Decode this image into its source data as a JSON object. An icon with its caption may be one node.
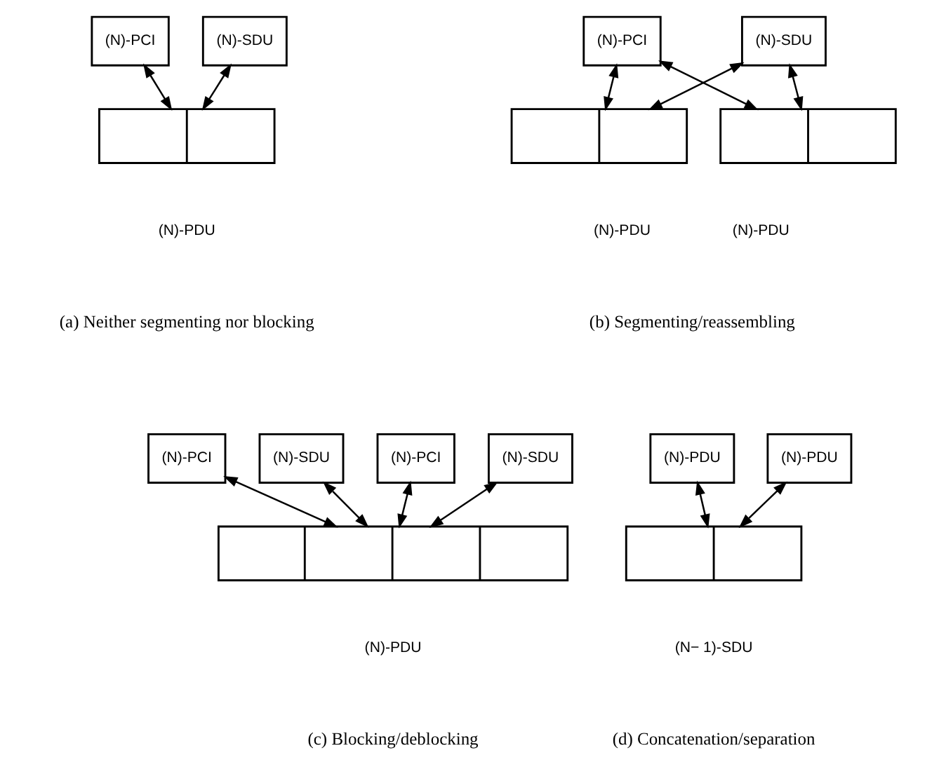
{
  "diagram": {
    "nodes": [
      {
        "text": [
          "(N)-PCI"
        ]
      },
      {
        "text": [
          "(N)-SDU"
        ]
      },
      {
        "text": [],
        "shape": "box",
        "beside": [
          "(N)-PDU"
        ]
      },
      {
        "text": [
          "(N)-PCI"
        ]
      },
      {
        "text": [
          "(N)-SDU"
        ]
      },
      {
        "text": [],
        "shape": "box",
        "beside": [
          "(N)-PDU"
        ]
      },
      {
        "text": [],
        "shape": "box",
        "beside": [
          "(N)-PDU"
        ]
      },
      {
        "text": [
          "(N)-PCI"
        ]
      },
      {
        "text": [
          "(N)-SDU"
        ]
      },
      {
        "text": [
          "(N)-PCI"
        ]
      },
      {
        "text": [
          "(N)-SDU"
        ]
      },
      {
        "text": [],
        "shape": "box",
        "beside": [
          "(N)-PDU"
        ]
      },
      {
        "text": [
          "(N)-PDU"
        ]
      },
      {
        "text": [
          "(N)-PDU"
        ]
      },
      {
        "text": [],
        "shape": "box",
        "beside": [
          "(N− 1)-SDU"
        ]
      }
    ],
    "edges": [
      {
        "from": 0,
        "to": 2,
        "arrow": "both"
      },
      {
        "from": 1,
        "to": 2,
        "arrow": "both"
      },
      {
        "from": 3,
        "to": 5,
        "arrow": "both"
      },
      {
        "from": 3,
        "to": 6,
        "arrow": "both"
      },
      {
        "from": 4,
        "to": 5,
        "arrow": "both"
      },
      {
        "from": 4,
        "to": 6,
        "arrow": "both"
      },
      {
        "from": 7,
        "to": 11,
        "arrow": "both"
      },
      {
        "from": 8,
        "to": 11,
        "arrow": "both"
      },
      {
        "from": 9,
        "to": 11,
        "arrow": "both"
      },
      {
        "from": 10,
        "to": 11,
        "arrow": "both"
      },
      {
        "from": 12,
        "to": 14,
        "arrow": "both"
      },
      {
        "from": 13,
        "to": 14,
        "arrow": "both"
      }
    ],
    "labels": [
      "(a) Neither segmenting nor blocking",
      "(b) Segmenting/reassembling",
      "(c) Blocking/deblocking",
      "(d) Concatenation/separation"
    ]
  }
}
